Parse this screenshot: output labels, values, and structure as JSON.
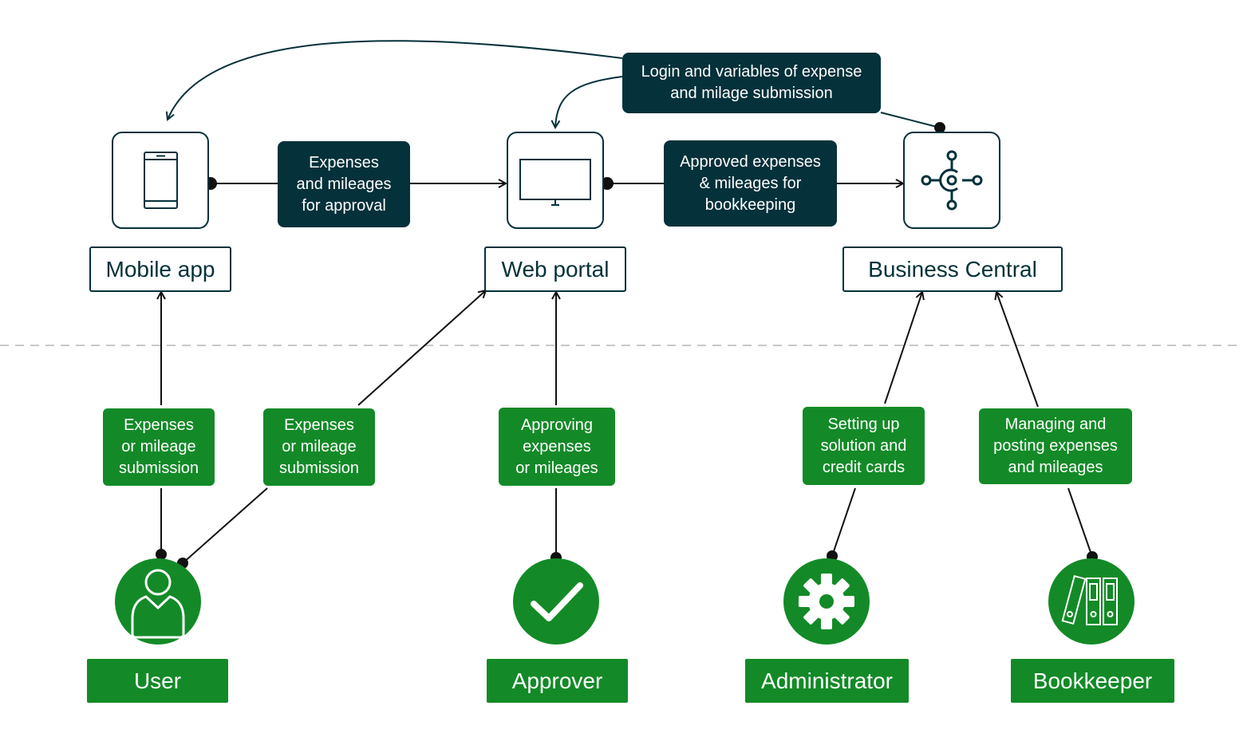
{
  "colors": {
    "dark_teal": "#04313a",
    "green": "#138a27",
    "dashed_divider": "#c8c8c8"
  },
  "systems": {
    "mobile_app": {
      "label": "Mobile app",
      "icon": "smartphone-icon"
    },
    "web_portal": {
      "label": "Web portal",
      "icon": "monitor-icon"
    },
    "business_central": {
      "label": "Business Central",
      "icon": "business-central-hub-icon"
    }
  },
  "flows": {
    "expenses_for_approval": "Expenses\nand mileages\nfor approval",
    "approved_for_bookkeeping": "Approved expenses\n& mileages for\nbookkeeping",
    "login_variables": "Login and variables of expense\nand milage submission"
  },
  "actions": {
    "user_mobile_submission": "Expenses\nor mileage\nsubmission",
    "user_web_submission": "Expenses\nor mileage\nsubmission",
    "approving": "Approving\nexpenses\nor mileages",
    "setting_up": "Setting up\nsolution and\ncredit cards",
    "managing_posting": "Managing and\nposting expenses\nand mileages"
  },
  "roles": {
    "user": {
      "label": "User",
      "icon": "user-icon"
    },
    "approver": {
      "label": "Approver",
      "icon": "checkmark-icon"
    },
    "administrator": {
      "label": "Administrator",
      "icon": "gear-icon"
    },
    "bookkeeper": {
      "label": "Bookkeeper",
      "icon": "binders-icon"
    }
  }
}
